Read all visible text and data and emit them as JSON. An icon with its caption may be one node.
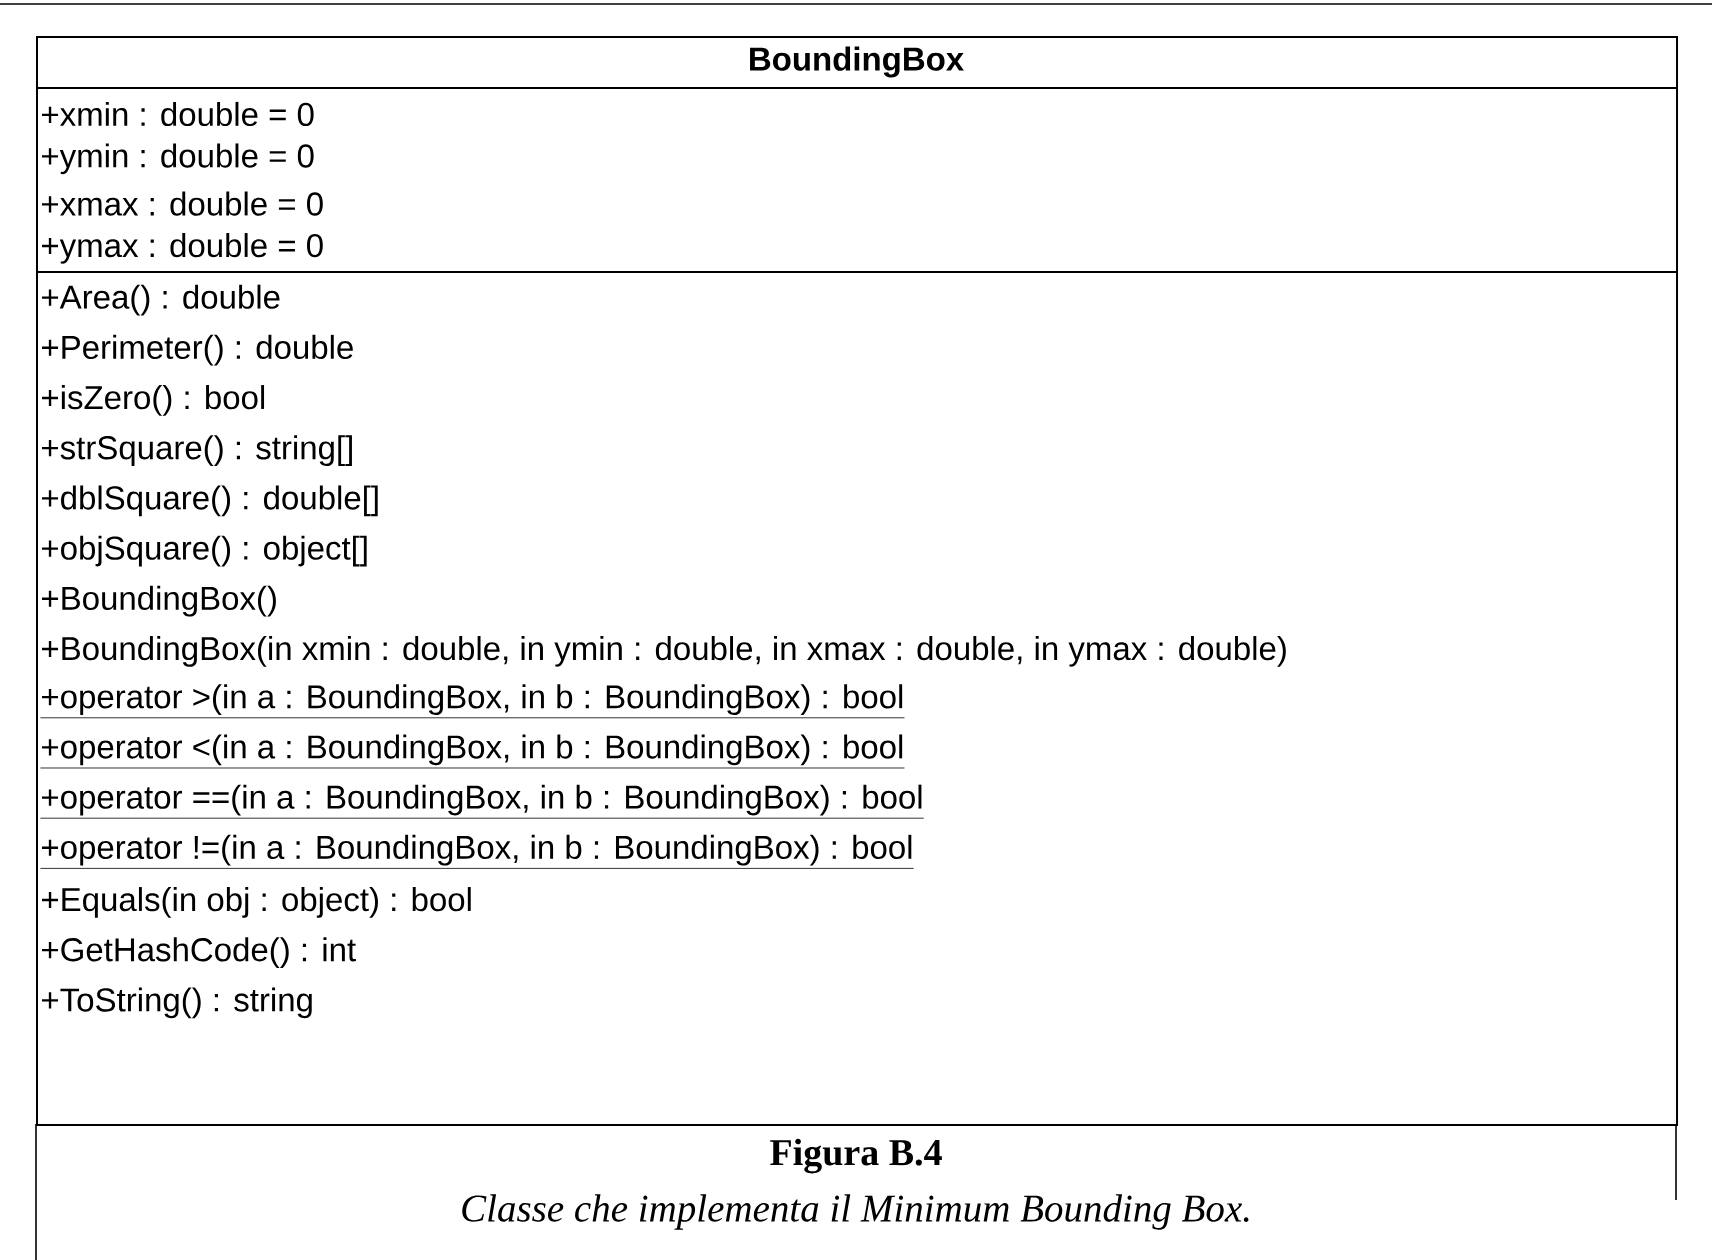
{
  "diagram": {
    "caption": "Classe che implementa il Minimum Bounding Box.",
    "nodes": [
      {
        "text": [
          "BoundingBox",
          "+xmin : double = 0",
          "+ymin : double = 0",
          "+xmax : double = 0",
          "+ymax : double = 0",
          "+Area() : double",
          "+Perimeter() : double",
          "+isZero() : bool",
          "+strSquare() : string[]",
          "+dblSquare() : double[]",
          "+objSquare() : object[]",
          "+BoundingBox()",
          "+BoundingBox(in xmin : double, in ymin : double, in xmax : double, in ymax : double)",
          "+operator >(in a : BoundingBox, in b : BoundingBox) : bool",
          "+operator <(in a : BoundingBox, in b : BoundingBox) : bool",
          "+operator ==(in a : BoundingBox, in b : BoundingBox) : bool",
          "+operator !=(in a : BoundingBox, in b : BoundingBox) : bool",
          "+Equals(in obj : object) : bool",
          "+GetHashCode() : int",
          "+ToString() : string"
        ]
      }
    ],
    "edges": [],
    "labels": [
      "Figura B.4"
    ]
  }
}
